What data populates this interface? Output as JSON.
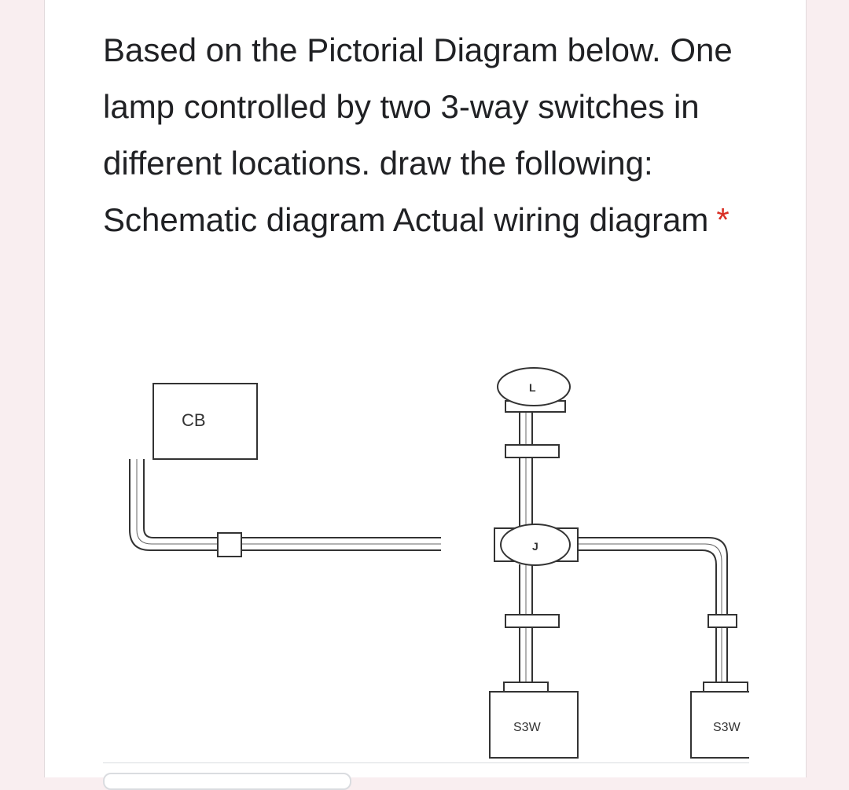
{
  "question": {
    "text": "Based on the Pictorial Diagram below. One lamp controlled by two 3-way switches in different locations. draw the following: Schematic diagram Actual wiring diagram",
    "required_marker": "*"
  },
  "diagram": {
    "labels": {
      "circuit_breaker": "CB",
      "lamp": "L",
      "junction_box": "J",
      "switch_1": "S3W",
      "switch_2": "S3W"
    }
  }
}
